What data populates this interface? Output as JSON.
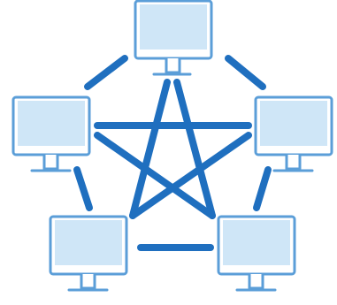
{
  "diagram": {
    "type": "full-mesh-network",
    "nodes": [
      {
        "id": "top",
        "icon": "computer-monitor-icon"
      },
      {
        "id": "left",
        "icon": "computer-monitor-icon"
      },
      {
        "id": "right",
        "icon": "computer-monitor-icon"
      },
      {
        "id": "bottom-left",
        "icon": "computer-monitor-icon"
      },
      {
        "id": "bottom-right",
        "icon": "computer-monitor-icon"
      }
    ],
    "connections": [
      [
        "top",
        "left"
      ],
      [
        "top",
        "right"
      ],
      [
        "left",
        "bottom-left"
      ],
      [
        "right",
        "bottom-right"
      ],
      [
        "bottom-left",
        "bottom-right"
      ],
      [
        "left",
        "right"
      ],
      [
        "top",
        "bottom-left"
      ],
      [
        "top",
        "bottom-right"
      ],
      [
        "left",
        "bottom-right"
      ],
      [
        "right",
        "bottom-left"
      ]
    ],
    "colors": {
      "link": "#1f6fbf",
      "monitor_outline": "#5b9ed8",
      "screen": "#cfe6f7",
      "background": "#ffffff"
    }
  }
}
